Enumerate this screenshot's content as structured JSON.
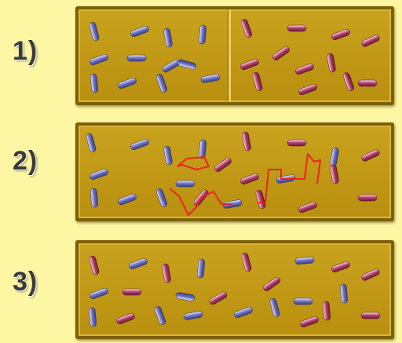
{
  "steps": [
    {
      "label": "1)",
      "description": "separated"
    },
    {
      "label": "2)",
      "description": "diffusing"
    },
    {
      "label": "3)",
      "description": "mixed"
    }
  ],
  "colors": {
    "background": "#fdf6a2",
    "box_fill": "#c0981a",
    "box_border": "#7d6006",
    "blue_molecule": "#5d63b4",
    "red_molecule": "#a8325e",
    "path": "#e8261c"
  },
  "icons": [
    "blue-molecule-icon",
    "red-molecule-icon",
    "diffusion-path-icon"
  ]
}
